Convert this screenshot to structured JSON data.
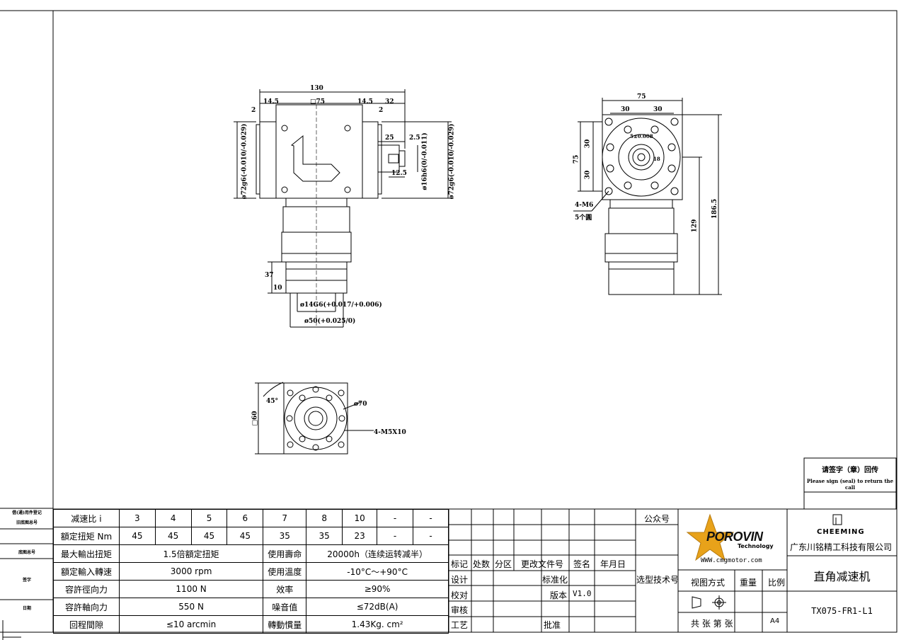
{
  "sidebar_labels": [
    "借(通)用件登记",
    "旧底图总号",
    "底图总号",
    "签字",
    "日期"
  ],
  "return_note": {
    "title": "请签字（章）回传",
    "subtitle": "Please sign (seal) to return the call"
  },
  "drawing_dims": {
    "front": {
      "overall_width": "130",
      "left_gap": "14.5",
      "top_square": "□75",
      "right_gap": "14.5",
      "right_extent": "32",
      "left_small": "2",
      "right_small": "2",
      "key_len": "25",
      "key_off": "2.5",
      "shaft_len": "12.5",
      "flange_dia_left": "ø72g6(-0.010/-0.029)",
      "shaft_dia": "ø16h6(0/-0.011)",
      "flange_dia_right": "ø72g6(-0.010/-0.029)",
      "motor_len": "37",
      "spigot_len": "10",
      "motor_shaft": "ø14G6(+0.017/+0.006)",
      "motor_spigot": "ø50(+0.025/0)"
    },
    "side": {
      "width": "75",
      "half_a": "30",
      "half_b": "30",
      "vert_a": "30",
      "vert_b": "30",
      "height": "75",
      "key": "5±0.008",
      "holes": "4-M6",
      "depth": "5个圓",
      "len_a": "129",
      "len_b": "186.5",
      "bore": "18"
    },
    "end": {
      "angle": "45°",
      "square": "□60",
      "pcd": "ø70",
      "holes": "4-M5X10"
    }
  },
  "spec_table": {
    "row1": {
      "label": "减速比 i",
      "values": [
        "3",
        "4",
        "5",
        "6",
        "7",
        "8",
        "10",
        "-",
        "-"
      ]
    },
    "row2": {
      "label": "額定扭矩 Nm",
      "values": [
        "45",
        "45",
        "45",
        "45",
        "35",
        "35",
        "23",
        "-",
        "-"
      ]
    },
    "row3": {
      "label": "最大輸出扭矩",
      "value": "1.5倍額定扭矩",
      "label2": "使用壽命",
      "value2": "20000h（连续运转减半）"
    },
    "row4": {
      "label": "額定輸入轉速",
      "value": "3000 rpm",
      "label2": "使用溫度",
      "value2": "-10°C～+90°C"
    },
    "row5": {
      "label": "容許徑向力",
      "value": "1100 N",
      "label2": "效率",
      "value2": "≥90%"
    },
    "row6": {
      "label": "容許軸向力",
      "value": "550 N",
      "label2": "噪音值",
      "value2": "≤72dB(A)"
    },
    "row7": {
      "label": "回程間隙",
      "value": "≤10 arcmin",
      "label2": "轉動慣量",
      "value2": "1.43Kg. cm²"
    }
  },
  "revision_block": {
    "headers": [
      "标记",
      "处数",
      "分区",
      "更改文件号",
      "签名",
      "年月日"
    ],
    "rows": [
      "设计",
      "校对",
      "审核",
      "工艺"
    ],
    "standard": "标准化",
    "version_label": "版本",
    "version": "V1.0",
    "approve": "批准",
    "public_account": "公众号",
    "selection": "选型技术号"
  },
  "brand": {
    "logo_text": "POROVIN",
    "logo_sub": "Technology",
    "website": "WWW.cmgmotor.com",
    "company_mark": "CHEEMING",
    "company": "广东川铭精工科技有限公司",
    "product": "直角减速机",
    "model": "TX075-FR1-L1",
    "view_mode": "视图方式",
    "weight": "重量",
    "scale": "比例",
    "sheets": "共 张 第 张",
    "paper": "A4",
    "accent": "#e8a21a"
  }
}
